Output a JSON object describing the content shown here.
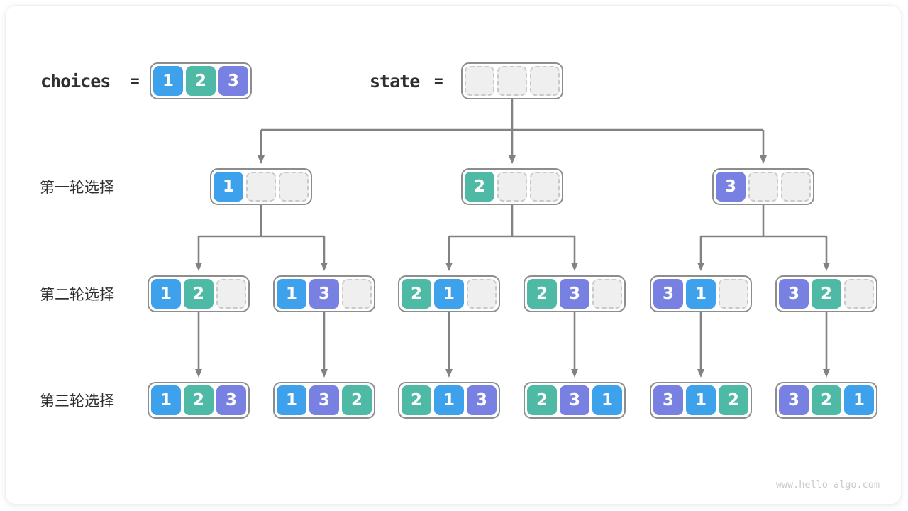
{
  "colors": {
    "1": "#3ea1ec",
    "2": "#4eb9a5",
    "3": "#7881e2",
    "empty_fill": "#efefef",
    "empty_border": "#c9c9c9",
    "node_border": "#8d8d8d",
    "connector": "#828282",
    "text_dark": "#2f2f2f",
    "watermark": "#c9c9c9"
  },
  "header": {
    "choices_label": "choices",
    "equals_sign": "=",
    "choices_values": [
      1,
      2,
      3
    ],
    "state_label": "state",
    "state_values": [
      null,
      null,
      null
    ]
  },
  "rows": [
    {
      "label": "第一轮选择",
      "nodes": [
        [
          1,
          null,
          null
        ],
        [
          2,
          null,
          null
        ],
        [
          3,
          null,
          null
        ]
      ]
    },
    {
      "label": "第二轮选择",
      "nodes": [
        [
          1,
          2,
          null
        ],
        [
          1,
          3,
          null
        ],
        [
          2,
          1,
          null
        ],
        [
          2,
          3,
          null
        ],
        [
          3,
          1,
          null
        ],
        [
          3,
          2,
          null
        ]
      ]
    },
    {
      "label": "第三轮选择",
      "nodes": [
        [
          1,
          2,
          3
        ],
        [
          1,
          3,
          2
        ],
        [
          2,
          1,
          3
        ],
        [
          2,
          3,
          1
        ],
        [
          3,
          1,
          2
        ],
        [
          3,
          2,
          1
        ]
      ]
    }
  ],
  "watermark": "www.hello-algo.com"
}
